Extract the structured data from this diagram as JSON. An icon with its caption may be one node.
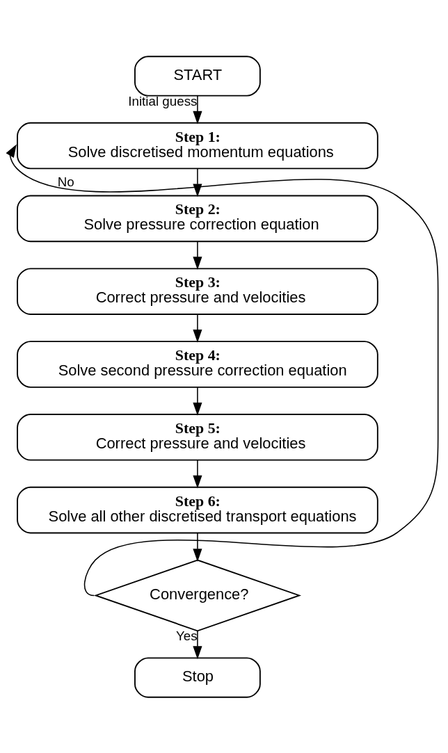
{
  "diagram": {
    "nodes": [
      {
        "text": [
          "START"
        ]
      },
      {
        "text": [
          "Step 1:",
          "Solve discretised momentum equations"
        ]
      },
      {
        "text": [
          "Step 2:",
          "Solve pressure correction equation"
        ]
      },
      {
        "text": [
          "Step 3:",
          "Correct pressure and velocities"
        ]
      },
      {
        "text": [
          "Step 4:",
          "Solve second pressure correction equation"
        ]
      },
      {
        "text": [
          "Step 5:",
          "Correct pressure and velocities"
        ]
      },
      {
        "text": [
          "Step 6:",
          "Solve all other discretised transport equations"
        ]
      },
      {
        "text": [
          "Convergence?"
        ]
      },
      {
        "text": [
          "Stop"
        ]
      }
    ],
    "edges": [
      {
        "from": 0,
        "to": 1,
        "arrow": "to",
        "label": "Initial guess"
      },
      {
        "from": 1,
        "to": 2,
        "arrow": "to"
      },
      {
        "from": 2,
        "to": 3,
        "arrow": "to"
      },
      {
        "from": 3,
        "to": 4,
        "arrow": "to"
      },
      {
        "from": 4,
        "to": 5,
        "arrow": "to"
      },
      {
        "from": 5,
        "to": 6,
        "arrow": "to"
      },
      {
        "from": 6,
        "to": 7,
        "arrow": "to"
      },
      {
        "from": 7,
        "to": 1,
        "arrow": "to",
        "label": "No"
      },
      {
        "from": 7,
        "to": 8,
        "arrow": "to",
        "label": "Yes"
      }
    ]
  }
}
